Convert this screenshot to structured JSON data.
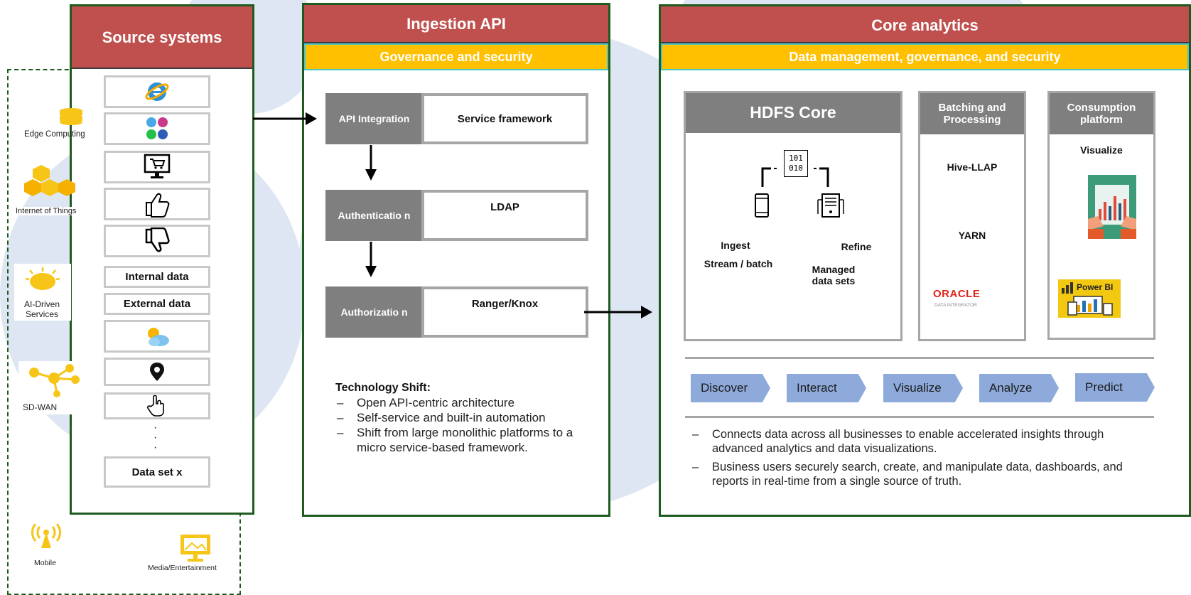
{
  "source": {
    "title": "Source systems",
    "items": [
      "Internal data",
      "External data"
    ],
    "dataset": "Data set x",
    "ellipsis": "·\n·\n·"
  },
  "edge": {
    "labels": [
      "Edge Computing",
      "Internet of Things",
      "AI-Driven Services",
      "SD-WAN",
      "Mobile",
      "Media/Entertainment"
    ],
    "icon_color": "#f7c518"
  },
  "ingestion": {
    "title": "Ingestion API",
    "subtitle": "Governance and security",
    "steps": [
      {
        "label": "API Integration",
        "value": "Service framework"
      },
      {
        "label": "Authenticatio n",
        "value": "LDAP"
      },
      {
        "label": "Authorizatio n",
        "value": "Ranger/Knox"
      }
    ],
    "shift_title": "Technology Shift:",
    "shift_items": [
      "Open API-centric architecture",
      "Self-service and built-in automation",
      "Shift from large monolithic platforms to a micro service-based framework."
    ]
  },
  "core": {
    "title": "Core analytics",
    "subtitle": "Data management, governance, and security",
    "hdfs": {
      "title": "HDFS Core",
      "binary": "101\n010",
      "ingest": "Ingest",
      "stream": "Stream / batch",
      "refine": "Refine",
      "managed": "Managed data sets"
    },
    "batching": {
      "title": "Batching and Processing",
      "items": [
        "Hive-LLAP",
        "YARN"
      ],
      "oracle": "ORACLE",
      "oracle_sub": "DATA INTEGRATOR"
    },
    "consumption": {
      "title": "Consumption platform",
      "visualize": "Visualize",
      "powerbi": "Power BI"
    },
    "stages": [
      "Discover",
      "Interact",
      "Visualize",
      "Analyze",
      "Predict"
    ],
    "bullets": [
      "Connects data across all businesses to enable accelerated insights through advanced analytics and data visualizations.",
      "Business users securely search, create, and manipulate data, dashboards, and reports in real-time from a single source of truth."
    ]
  },
  "colors": {
    "header": "#c0504d",
    "subheader": "#ffc000",
    "frame": "#1e5b1e",
    "chevron": "#8eaadb",
    "grey": "#7f7f7f"
  }
}
